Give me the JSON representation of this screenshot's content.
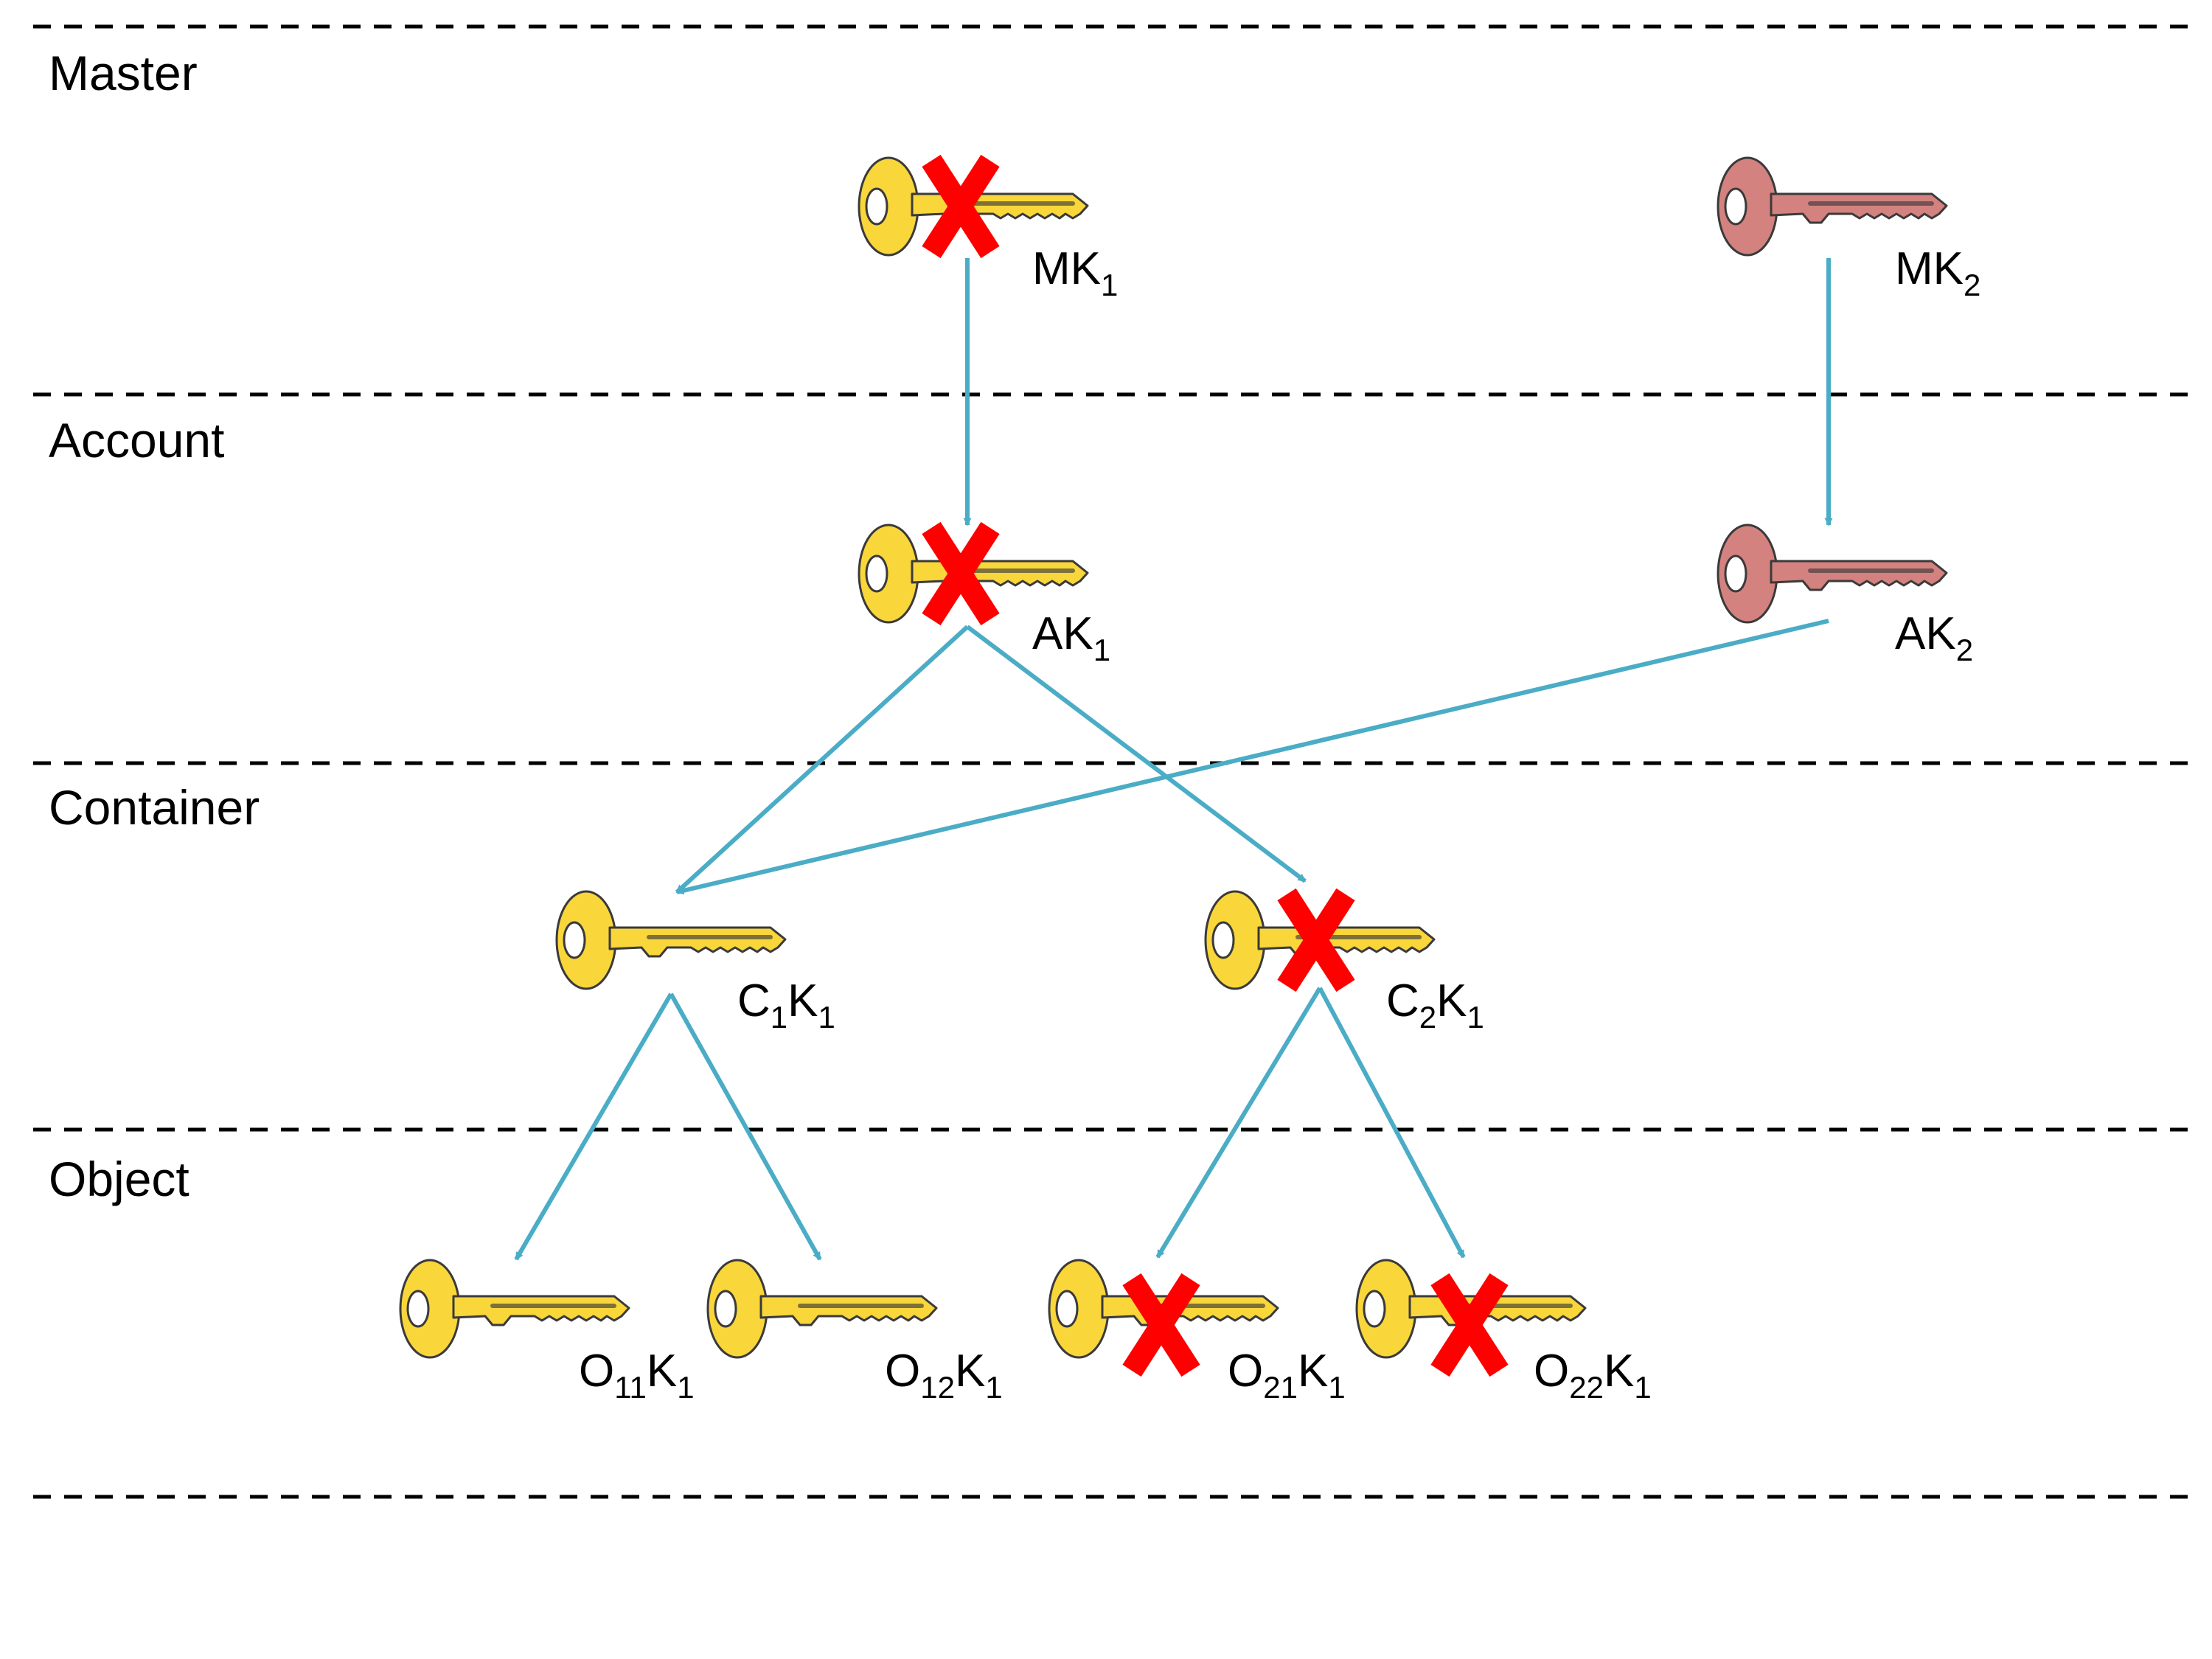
{
  "layers": [
    {
      "id": "master",
      "label": "Master"
    },
    {
      "id": "account",
      "label": "Account"
    },
    {
      "id": "container",
      "label": "Container"
    },
    {
      "id": "object",
      "label": "Object"
    }
  ],
  "colors": {
    "gold_key": "#F9D63A",
    "rose_key": "#D4827F",
    "arrow": "#4BACC6",
    "revoked_mark": "#FF0000",
    "divider": "#000000"
  },
  "keys": [
    {
      "id": "mk1",
      "base": "MK",
      "sub1": "1",
      "sub2": "",
      "color": "gold_key",
      "revoked": true
    },
    {
      "id": "mk2",
      "base": "MK",
      "sub1": "2",
      "sub2": "",
      "color": "rose_key",
      "revoked": false
    },
    {
      "id": "ak1",
      "base": "AK",
      "sub1": "1",
      "sub2": "",
      "color": "gold_key",
      "revoked": true
    },
    {
      "id": "ak2",
      "base": "AK",
      "sub1": "2",
      "sub2": "",
      "color": "rose_key",
      "revoked": false
    },
    {
      "id": "c1k1",
      "base": "C",
      "sub1": "1",
      "base2": "K",
      "sub2": "1",
      "color": "gold_key",
      "revoked": false
    },
    {
      "id": "c2k1",
      "base": "C",
      "sub1": "2",
      "base2": "K",
      "sub2": "1",
      "color": "gold_key",
      "revoked": true
    },
    {
      "id": "o11k1",
      "base": "O",
      "sub1": "11",
      "base2": "K",
      "sub2": "1",
      "color": "gold_key",
      "revoked": false
    },
    {
      "id": "o12k1",
      "base": "O",
      "sub1": "12",
      "base2": "K",
      "sub2": "1",
      "color": "gold_key",
      "revoked": false
    },
    {
      "id": "o21k1",
      "base": "O",
      "sub1": "21",
      "base2": "K",
      "sub2": "1",
      "color": "gold_key",
      "revoked": true
    },
    {
      "id": "o22k1",
      "base": "O",
      "sub1": "22",
      "base2": "K",
      "sub2": "1",
      "color": "gold_key",
      "revoked": true
    }
  ],
  "edges": [
    {
      "from": "mk1",
      "to": "ak1"
    },
    {
      "from": "mk2",
      "to": "ak2"
    },
    {
      "from": "ak1",
      "to": "c1k1"
    },
    {
      "from": "ak1",
      "to": "c2k1"
    },
    {
      "from": "ak2",
      "to": "c1k1"
    },
    {
      "from": "c1k1",
      "to": "o11k1"
    },
    {
      "from": "c1k1",
      "to": "o12k1"
    },
    {
      "from": "c2k1",
      "to": "o21k1"
    },
    {
      "from": "c2k1",
      "to": "o22k1"
    }
  ]
}
